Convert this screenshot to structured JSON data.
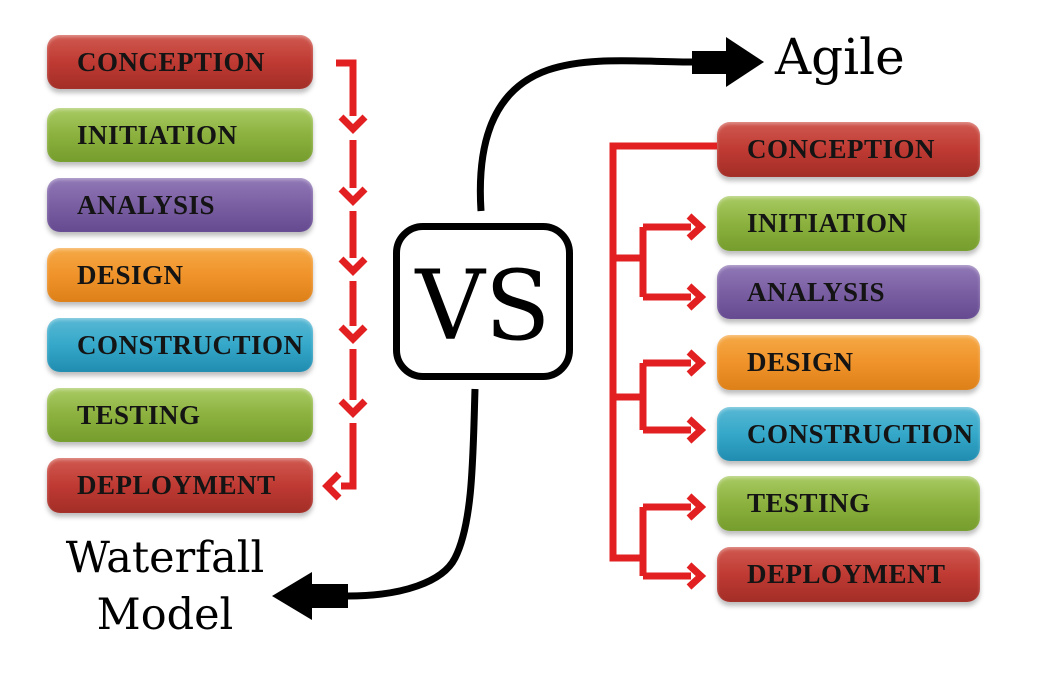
{
  "vs_label": "VS",
  "agile": {
    "title": "Agile",
    "stages": [
      {
        "label": "CONCEPTION",
        "color": "#bf3a33"
      },
      {
        "label": "INITIATION",
        "color": "#8cb13e"
      },
      {
        "label": "ANALYSIS",
        "color": "#7b5fa3"
      },
      {
        "label": "DESIGN",
        "color": "#f0932a"
      },
      {
        "label": "CONSTRUCTION",
        "color": "#35a8c9"
      },
      {
        "label": "TESTING",
        "color": "#8cb13e"
      },
      {
        "label": "DEPLOYMENT",
        "color": "#bf3a33"
      }
    ]
  },
  "waterfall": {
    "title_lines": [
      "Waterfall",
      "Model"
    ],
    "stages": [
      {
        "label": "CONCEPTION",
        "color": "#bf3a33"
      },
      {
        "label": "INITIATION",
        "color": "#8cb13e"
      },
      {
        "label": "ANALYSIS",
        "color": "#7b5fa3"
      },
      {
        "label": "DESIGN",
        "color": "#f0932a"
      },
      {
        "label": "CONSTRUCTION",
        "color": "#35a8c9"
      },
      {
        "label": "TESTING",
        "color": "#8cb13e"
      },
      {
        "label": "DEPLOYMENT",
        "color": "#bf3a33"
      }
    ]
  },
  "colors": {
    "flow_arrow_red": "#e32021",
    "vs_arrow_black": "#000000",
    "stage_label_black": "#141414"
  }
}
